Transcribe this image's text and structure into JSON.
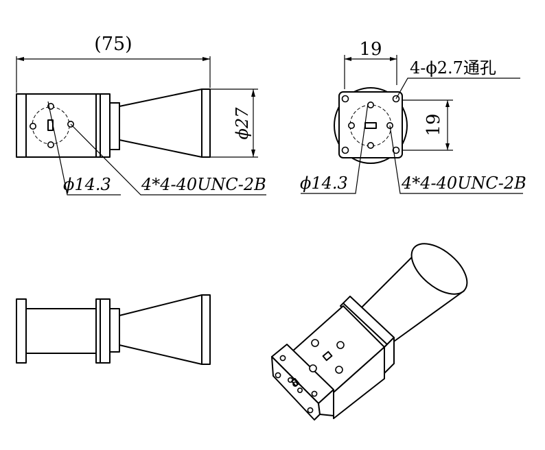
{
  "drawing": {
    "dimensions": {
      "overall_length": "(75)",
      "horn_diameter": "ϕ27",
      "bolt_circle_side": "ϕ14.3",
      "thread_side": "4*4-40UNC-2B",
      "flange_width": "19",
      "through_hole": "4-ϕ2.7通孔",
      "flange_height": "19",
      "bolt_circle_front": "ϕ14.3",
      "thread_front": "4*4-40UNC-2B"
    }
  }
}
